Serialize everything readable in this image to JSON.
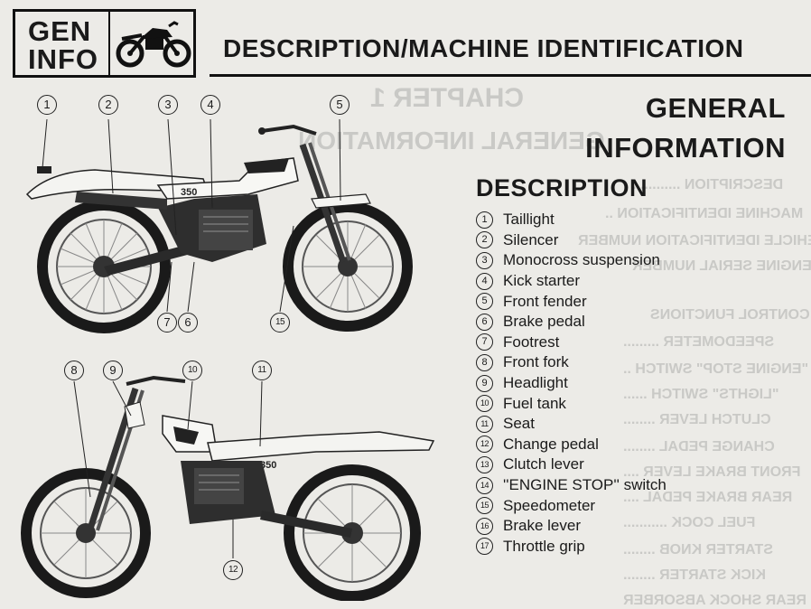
{
  "badge": {
    "line1": "GEN",
    "line2": "INFO",
    "icon": "motorcycle-icon"
  },
  "header_title": "DESCRIPTION/MACHINE IDENTIFICATION",
  "general_title": {
    "line1": "GENERAL",
    "line2": "INFORMATION"
  },
  "description_heading": "DESCRIPTION",
  "parts": [
    {
      "num": "1",
      "label": "Taillight"
    },
    {
      "num": "2",
      "label": "Silencer"
    },
    {
      "num": "3",
      "label": "Monocross suspension"
    },
    {
      "num": "4",
      "label": "Kick starter"
    },
    {
      "num": "5",
      "label": "Front fender"
    },
    {
      "num": "6",
      "label": "Brake pedal"
    },
    {
      "num": "7",
      "label": "Footrest"
    },
    {
      "num": "8",
      "label": "Front fork"
    },
    {
      "num": "9",
      "label": "Headlight"
    },
    {
      "num": "10",
      "label": "Fuel tank"
    },
    {
      "num": "11",
      "label": "Seat"
    },
    {
      "num": "12",
      "label": "Change pedal"
    },
    {
      "num": "13",
      "label": "Clutch lever"
    },
    {
      "num": "14",
      "label": "''ENGINE STOP'' switch"
    },
    {
      "num": "15",
      "label": "Speedometer"
    },
    {
      "num": "16",
      "label": "Brake lever"
    },
    {
      "num": "17",
      "label": "Throttle grip"
    }
  ],
  "callouts_top": [
    "1",
    "2",
    "3",
    "4",
    "5",
    "7",
    "6",
    "15"
  ],
  "callouts_bottom": [
    "8",
    "9",
    "10",
    "11",
    "12"
  ],
  "bike_model_decal": "350"
}
